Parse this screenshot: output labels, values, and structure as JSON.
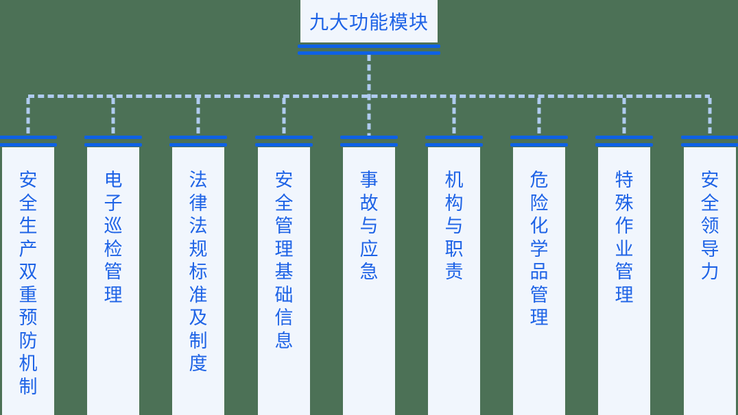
{
  "title": {
    "label": "九大功能模块"
  },
  "colors": {
    "background": "#4C7156",
    "panel": "#F1F6FD",
    "bar": "#0E61E4",
    "label": "#1E63E6",
    "connector": "#AFCBEF"
  },
  "modules": [
    {
      "label": "安全生产双重预防机制"
    },
    {
      "label": "电子巡检管理"
    },
    {
      "label": "法律法规标准及制度"
    },
    {
      "label": "安全管理基础信息"
    },
    {
      "label": "事故与应急"
    },
    {
      "label": "机构与职责"
    },
    {
      "label": "危险化学品管理"
    },
    {
      "label": "特殊作业管理"
    },
    {
      "label": "安全领导力"
    }
  ]
}
